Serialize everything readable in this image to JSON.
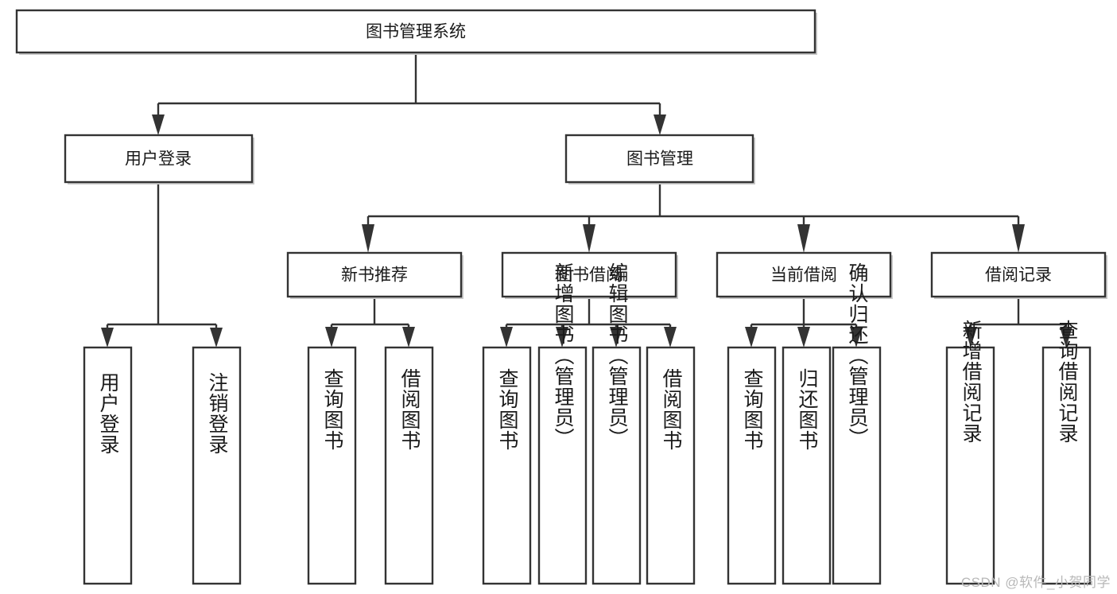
{
  "diagram": {
    "type": "tree-hierarchy",
    "title": "图书管理系统",
    "root": {
      "id": "root",
      "label": "图书管理系统",
      "level": 0
    },
    "level2": [
      {
        "id": "user-login",
        "label": "用户登录"
      },
      {
        "id": "book-manage",
        "label": "图书管理"
      }
    ],
    "level3": [
      {
        "id": "new-book-recommend",
        "label": "新书推荐",
        "parent": "book-manage"
      },
      {
        "id": "book-borrow",
        "label": "图书借阅",
        "parent": "book-manage"
      },
      {
        "id": "current-borrow",
        "label": "当前借阅",
        "parent": "book-manage"
      },
      {
        "id": "borrow-record",
        "label": "借阅记录",
        "parent": "book-manage"
      }
    ],
    "leaves": {
      "user-login": [
        {
          "id": "leaf-user-login",
          "label": "用户登录"
        },
        {
          "id": "leaf-logout-login",
          "label": "注销登录"
        }
      ],
      "new-book-recommend": [
        {
          "id": "leaf-query-book-1",
          "label": "查询图书"
        },
        {
          "id": "leaf-borrow-book-1",
          "label": "借阅图书"
        }
      ],
      "book-borrow": [
        {
          "id": "leaf-query-book-2",
          "label": "查询图书"
        },
        {
          "id": "leaf-add-book",
          "label": "新增图书（管理员）"
        },
        {
          "id": "leaf-edit-book",
          "label": "编辑图书（管理员）"
        },
        {
          "id": "leaf-borrow-book-2",
          "label": "借阅图书"
        }
      ],
      "current-borrow": [
        {
          "id": "leaf-query-book-3",
          "label": "查询图书"
        },
        {
          "id": "leaf-return-book",
          "label": "归还图书"
        },
        {
          "id": "leaf-confirm-return",
          "label": "确认归还（管理员）"
        }
      ],
      "borrow-record": [
        {
          "id": "leaf-add-record",
          "label": "新增借阅记录"
        },
        {
          "id": "leaf-query-record",
          "label": "查询借阅记录"
        }
      ]
    }
  },
  "watermark": {
    "text": "CSDN @软件_小贺同学"
  },
  "colors": {
    "box_stroke": "#333333",
    "box_fill": "#ffffff",
    "text": "#1a1a1a",
    "watermark": "#b8b8b8",
    "background": "#ffffff"
  }
}
